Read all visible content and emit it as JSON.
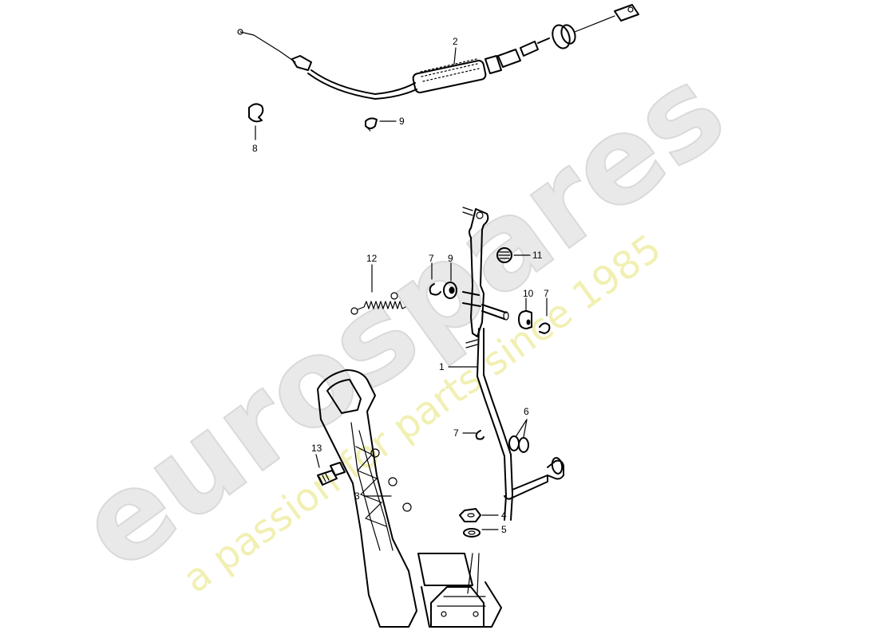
{
  "watermark": {
    "brand": "eurospares",
    "tagline": "a passion for parts since 1985"
  },
  "callouts": [
    {
      "id": "1",
      "label": "1"
    },
    {
      "id": "2",
      "label": "2"
    },
    {
      "id": "3",
      "label": "3"
    },
    {
      "id": "4",
      "label": "4"
    },
    {
      "id": "5",
      "label": "5"
    },
    {
      "id": "6",
      "label": "6"
    },
    {
      "id": "7a",
      "label": "7"
    },
    {
      "id": "7b",
      "label": "7"
    },
    {
      "id": "7c",
      "label": "7"
    },
    {
      "id": "8",
      "label": "8"
    },
    {
      "id": "9a",
      "label": "9"
    },
    {
      "id": "9b",
      "label": "9"
    },
    {
      "id": "10",
      "label": "10"
    },
    {
      "id": "11",
      "label": "11"
    },
    {
      "id": "12",
      "label": "12"
    },
    {
      "id": "13",
      "label": "13"
    }
  ]
}
